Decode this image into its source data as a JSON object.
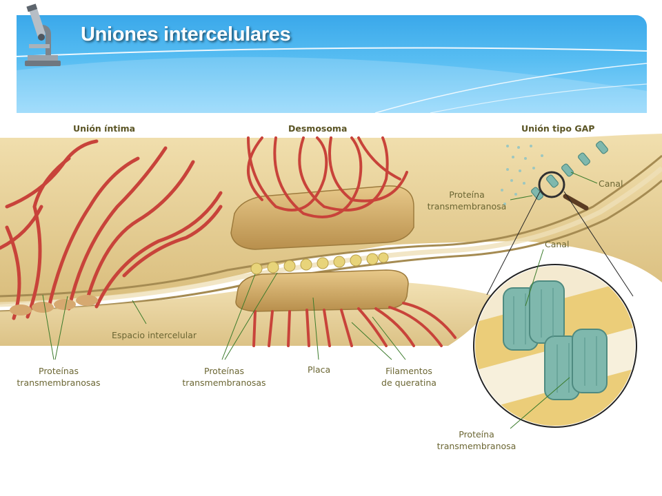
{
  "title": "Uniones intercelulares",
  "sections": {
    "tight": "Unión íntima",
    "desmosome": "Desmosoma",
    "gap": "Unión tipo GAP"
  },
  "labels": {
    "intercellular_space": "Espacio intercelular",
    "proteins_left_1": "Proteínas",
    "proteins_left_2": "transmembranosas",
    "proteins_mid_1": "Proteínas",
    "proteins_mid_2": "transmembranosas",
    "plaque": "Placa",
    "filaments_1": "Filamentos",
    "filaments_2": "de queratina",
    "gap_protein_1": "Proteína",
    "gap_protein_2": "transmembranosa",
    "channel_top": "Canal",
    "channel_zoom": "Canal",
    "zoom_protein_1": "Proteína",
    "zoom_protein_2": "transmembranosa"
  },
  "colors": {
    "header_blue": "#3aa8ea",
    "label_text": "#6b6633",
    "filament_red": "#c8433a",
    "membrane_tan": "#e6cf95",
    "channel_teal": "#7fb8ad"
  }
}
